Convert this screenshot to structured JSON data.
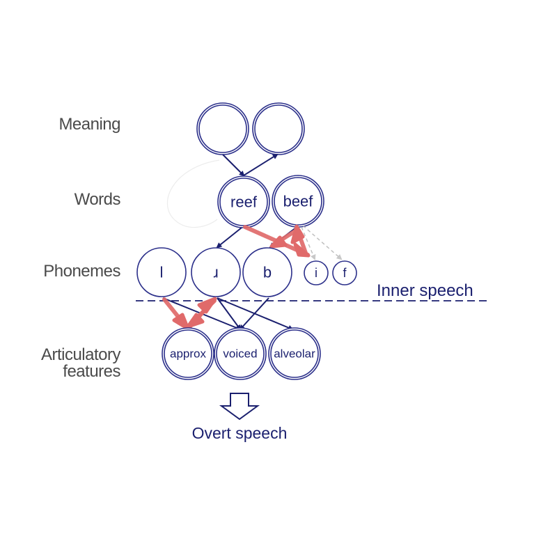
{
  "levels": {
    "meaning": "Meaning",
    "words": "Words",
    "phonemes": "Phonemes",
    "articulatory_line1": "Articulatory",
    "articulatory_line2": "features"
  },
  "words": {
    "reef": "reef",
    "beef": "beef"
  },
  "phonemes": {
    "l": "l",
    "r": "ɹ",
    "b": "b",
    "i": "i",
    "f": "f"
  },
  "features": {
    "approx": "approx",
    "voiced": "voiced",
    "alveolar": "alveolar"
  },
  "inner_speech": "Inner speech",
  "overt_speech": "Overt speech",
  "colors": {
    "node_stroke": "#2b2f8a",
    "text": "#1a1f6e",
    "label": "#4a4a4a",
    "highlight": "#e06a6a",
    "faint": "#bdbdbd"
  }
}
